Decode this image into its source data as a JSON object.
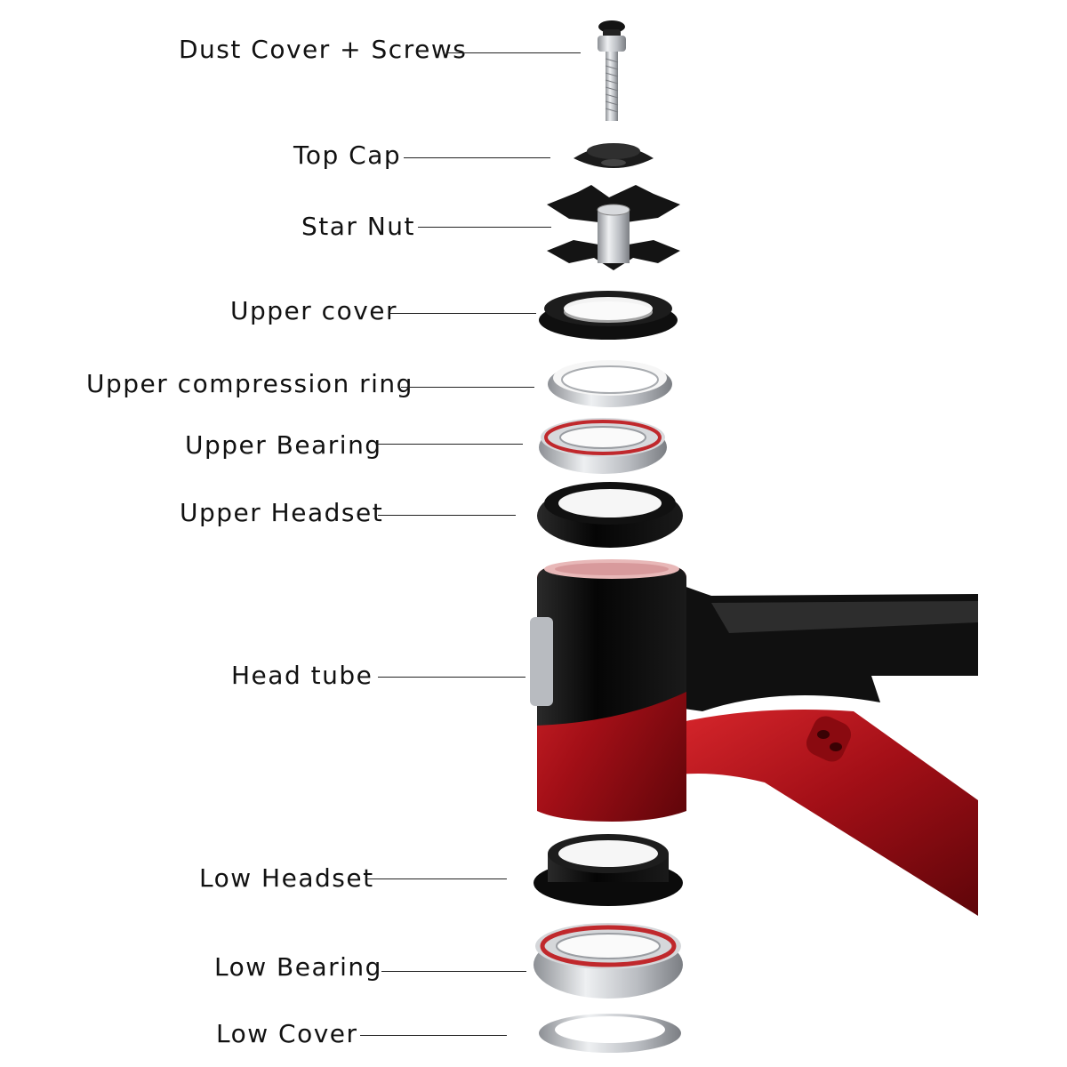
{
  "diagram": {
    "parts": [
      {
        "id": "dust-cover-screws",
        "label": "Dust Cover + Screws"
      },
      {
        "id": "top-cap",
        "label": "Top Cap"
      },
      {
        "id": "star-nut",
        "label": "Star Nut"
      },
      {
        "id": "upper-cover",
        "label": "Upper cover"
      },
      {
        "id": "upper-compression-ring",
        "label": "Upper compression ring"
      },
      {
        "id": "upper-bearing",
        "label": "Upper Bearing"
      },
      {
        "id": "upper-headset",
        "label": "Upper Headset"
      },
      {
        "id": "head-tube",
        "label": "Head tube"
      },
      {
        "id": "low-headset",
        "label": "Low Headset"
      },
      {
        "id": "low-bearing",
        "label": "Low Bearing"
      },
      {
        "id": "low-cover",
        "label": "Low Cover"
      }
    ],
    "colors": {
      "frame_black": "#0d0d0d",
      "frame_red": "#b3121b",
      "bearing_seal": "#c0282c",
      "silver": "#c9ccd0",
      "part_black": "#111111"
    }
  }
}
